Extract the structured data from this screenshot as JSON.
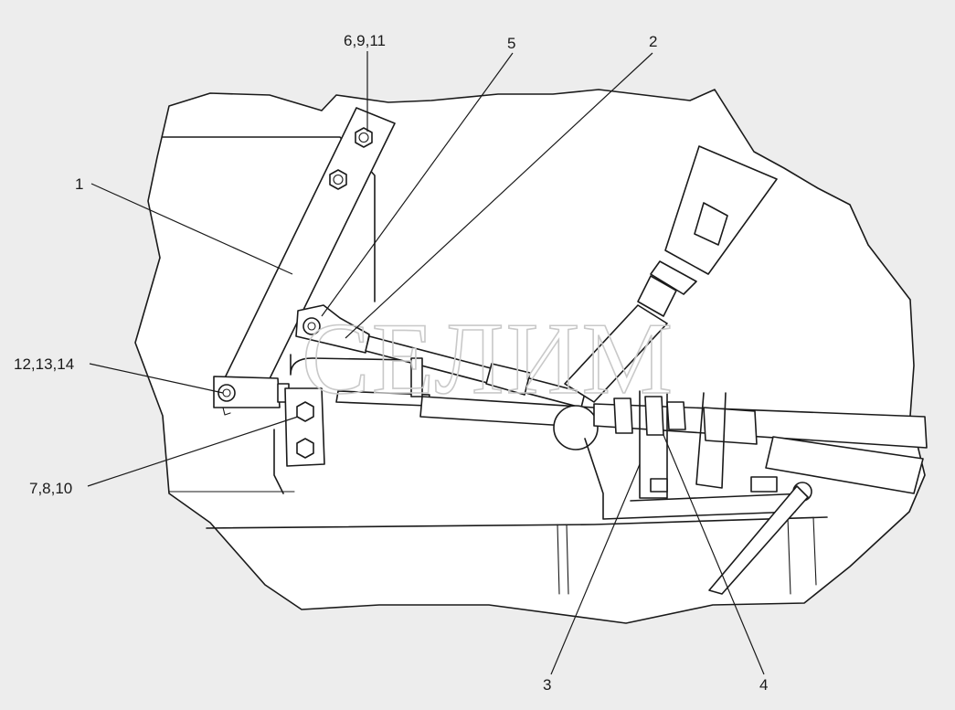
{
  "watermark": "СЕЛИМ",
  "callouts": {
    "c1": "1",
    "c2": "2",
    "c3": "3",
    "c4": "4",
    "c5": "5",
    "c6": "6,9,11",
    "c7": "7,8,10",
    "c12": "12,13,14"
  },
  "colors": {
    "background": "#ededed",
    "drawing": "#ffffff",
    "line": "#1a1a1a",
    "watermark": "#c9c9c9"
  }
}
